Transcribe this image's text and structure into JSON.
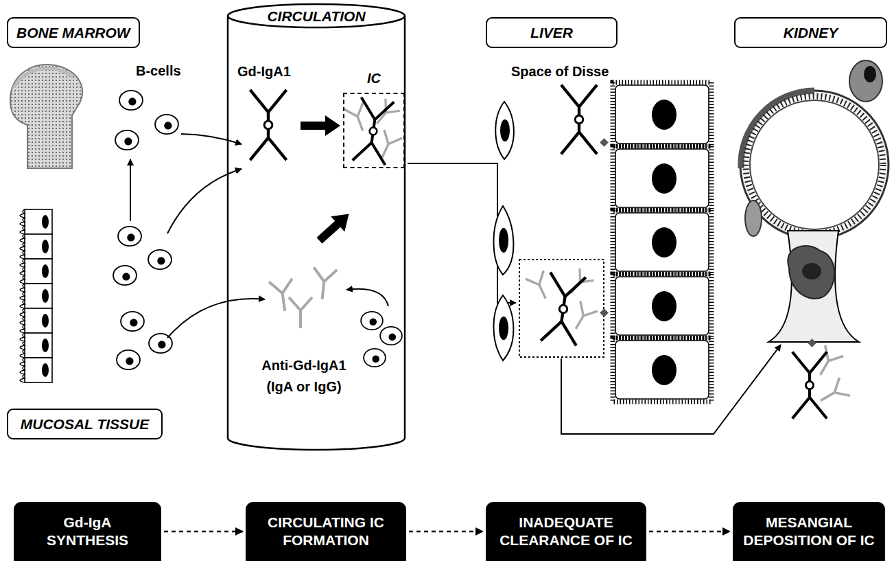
{
  "diagram": {
    "nodes": [
      {
        "text": [
          "BONE MARROW"
        ]
      },
      {
        "text": [
          "CIRCULATION"
        ]
      },
      {
        "text": [
          "IC"
        ],
        "in": 1
      },
      {
        "text": [
          "LIVER"
        ]
      },
      {
        "text": [
          "KIDNEY"
        ]
      },
      {
        "text": [
          "MUCOSAL TISSUE"
        ]
      },
      {
        "text": [
          "Gd-IgA SYNTHESIS"
        ]
      },
      {
        "text": [
          "CIRCULATING IC FORMATION"
        ]
      },
      {
        "text": [
          "INADEQUATE CLEARANCE OF IC"
        ]
      },
      {
        "text": [
          "MESANGIAL DEPOSITION OF IC"
        ]
      }
    ],
    "edges": [
      {
        "from": 6,
        "to": 7,
        "arrow": "to"
      },
      {
        "from": 7,
        "to": 8,
        "arrow": "to"
      },
      {
        "from": 8,
        "to": 9,
        "arrow": "to"
      }
    ],
    "labels": [
      "B-cells",
      "Gd-IgA1",
      "Anti-Gd-IgA1 (IgA or IgG)",
      "Space of Disse"
    ]
  }
}
